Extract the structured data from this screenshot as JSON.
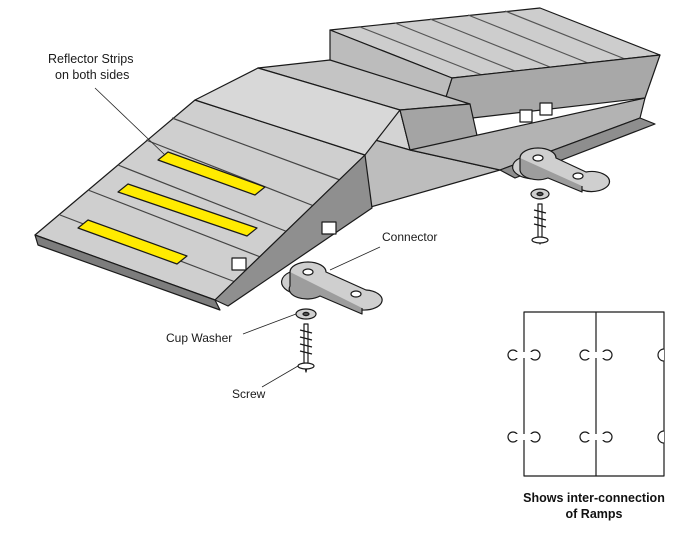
{
  "labels": {
    "reflector_line1": "Reflector Strips",
    "reflector_line2": "on both sides",
    "connector": "Connector",
    "cup_washer": "Cup Washer",
    "screw": "Screw"
  },
  "caption": {
    "line1": "Shows inter-connection",
    "line2": "of Ramps"
  },
  "colors": {
    "ramp_top": "#c9c9c9",
    "ramp_side": "#9f9f9f",
    "ramp_dark": "#7d7d7d",
    "reflector": "#ffeb00",
    "outline": "#1a1a1a"
  }
}
